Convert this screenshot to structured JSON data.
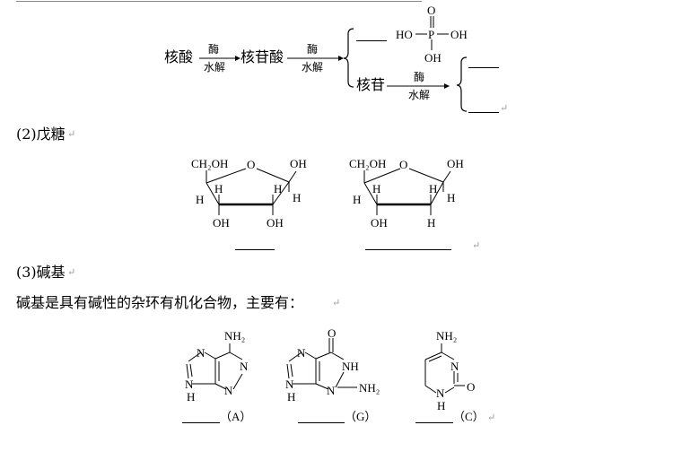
{
  "scheme": {
    "nucleic_acid": "核酸",
    "nucleoside_acid": "核苷酸",
    "nucleoside": "核苷",
    "arrow_top": "酶",
    "arrow_bottom": "水解",
    "phosphate": {
      "O": "O",
      "HO_left": "HO",
      "P": "P",
      "OH_right": "OH",
      "OH_bottom": "OH"
    }
  },
  "section2": {
    "heading": "(2)戊糖",
    "sugar1": {
      "ch2oh": "CH₂OH",
      "o": "O",
      "oh_tr": "OH",
      "h1": "H",
      "h2": "H",
      "h3": "H",
      "h4": "H",
      "oh_b1": "OH",
      "oh_b2": "OH"
    },
    "sugar2": {
      "ch2oh": "CH₂OH",
      "o": "O",
      "oh_tr": "OH",
      "h1": "H",
      "h2": "H",
      "h3": "H",
      "h4": "H",
      "oh_b1": "OH",
      "h_b2": "H"
    }
  },
  "section3": {
    "heading": "(3)碱基",
    "description": "碱基是具有碱性的杂环有机化合物，主要有：",
    "bases": [
      {
        "label": "（A）",
        "atoms": {
          "nh2": "NH₂",
          "n1": "N",
          "n2": "N",
          "n3": "N",
          "n4": "N",
          "h": "H"
        }
      },
      {
        "label": "（G）",
        "atoms": {
          "o": "O",
          "n1": "N",
          "nh": "NH",
          "n3": "N",
          "n4": "N",
          "h": "H",
          "nh2": "NH₂"
        }
      },
      {
        "label": "（C）",
        "atoms": {
          "nh2": "NH₂",
          "n": "N",
          "o": "O",
          "n_low": "N",
          "h": "H"
        }
      }
    ]
  },
  "paragraph_mark": "↵"
}
